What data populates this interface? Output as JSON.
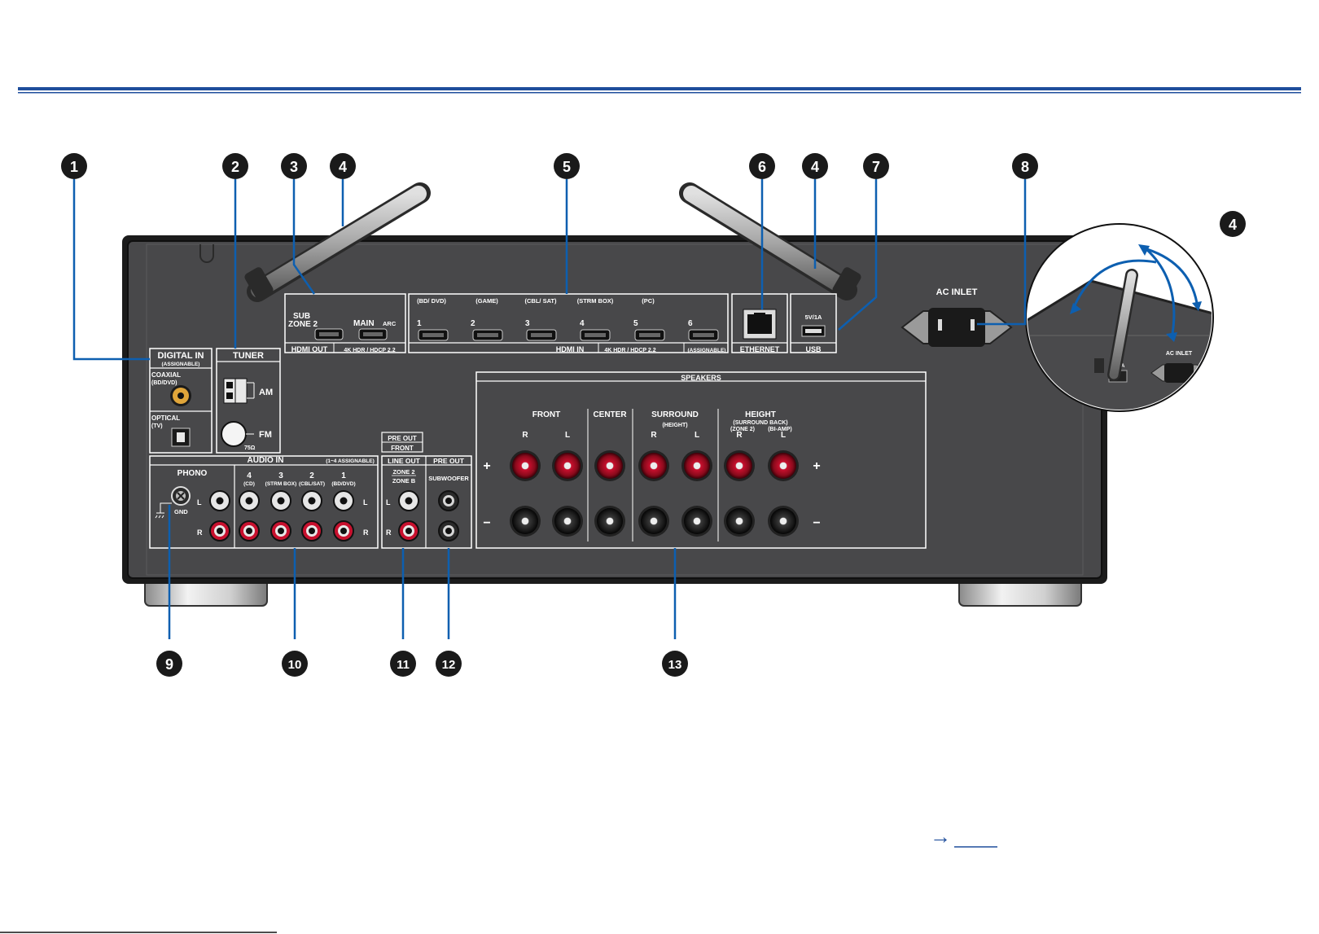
{
  "callouts": [
    "1",
    "2",
    "3",
    "4",
    "5",
    "6",
    "4",
    "7",
    "8",
    "4",
    "9",
    "10",
    "11",
    "12",
    "13"
  ],
  "labels": {
    "digital_in": "DIGITAL IN",
    "assignable": "(ASSIGNABLE)",
    "coaxial": "COAXIAL",
    "coaxial_src": "(BD/DVD)",
    "optical": "OPTICAL",
    "optical_src": "(TV)",
    "tuner": "TUNER",
    "am": "AM",
    "fm": "FM",
    "ohm": "75Ω",
    "sub_zone2_a": "SUB",
    "sub_zone2_b": "ZONE 2",
    "main": "MAIN",
    "arc": "ARC",
    "hdmi_out": "HDMI OUT",
    "hdr_out": "4K HDR / HDCP 2.2",
    "hdmi_in": "HDMI IN",
    "hdr_in": "4K HDR / HDCP 2.2",
    "hdmi_assignable": "(ASSIGNABLE)",
    "hdmi_src": [
      "(BD/ DVD)",
      "(GAME)",
      "(CBL/ SAT)",
      "(STRM BOX)",
      "(PC)",
      ""
    ],
    "hdmi_num": [
      "1",
      "2",
      "3",
      "4",
      "5",
      "6"
    ],
    "ethernet": "ETHERNET",
    "usb": "USB",
    "usb_power": "5V/1A",
    "ac_inlet": "AC INLET",
    "inset_ac_inlet": "AC INLET",
    "inset_usb": "5V/1A",
    "audio_in": "AUDIO IN",
    "audio_assignable": "(1~4 ASSIGNABLE)",
    "phono": "PHONO",
    "gnd": "GND",
    "audio_num": [
      "4",
      "3",
      "2",
      "1"
    ],
    "audio_src": [
      "(CD)",
      "(STRM BOX)",
      "(CBL/SAT)",
      "(BD/DVD)"
    ],
    "ch_l": "L",
    "ch_r": "R",
    "pre_out_front_a": "PRE OUT",
    "pre_out_front_b": "FRONT",
    "line_out": "LINE OUT",
    "zone2": "ZONE 2",
    "zoneb": "ZONE B",
    "pre_out": "PRE OUT",
    "subwoofer": "SUBWOOFER",
    "speakers": "SPEAKERS",
    "front": "FRONT",
    "center": "CENTER",
    "surround": "SURROUND",
    "surround_sub": "(HEIGHT)",
    "height": "HEIGHT",
    "height_sub1": "(SURROUND BACK)",
    "height_sub2a": "(ZONE 2)",
    "height_sub2b": "(BI-AMP)",
    "plus": "+",
    "minus": "−"
  },
  "footer": {
    "arrow": "→"
  },
  "colors": {
    "accent": "#1f4e9c",
    "panel": "#48484a",
    "rca_red": "#c8102e",
    "leader": "#0d5fb0",
    "badge": "#1a1a1a"
  }
}
